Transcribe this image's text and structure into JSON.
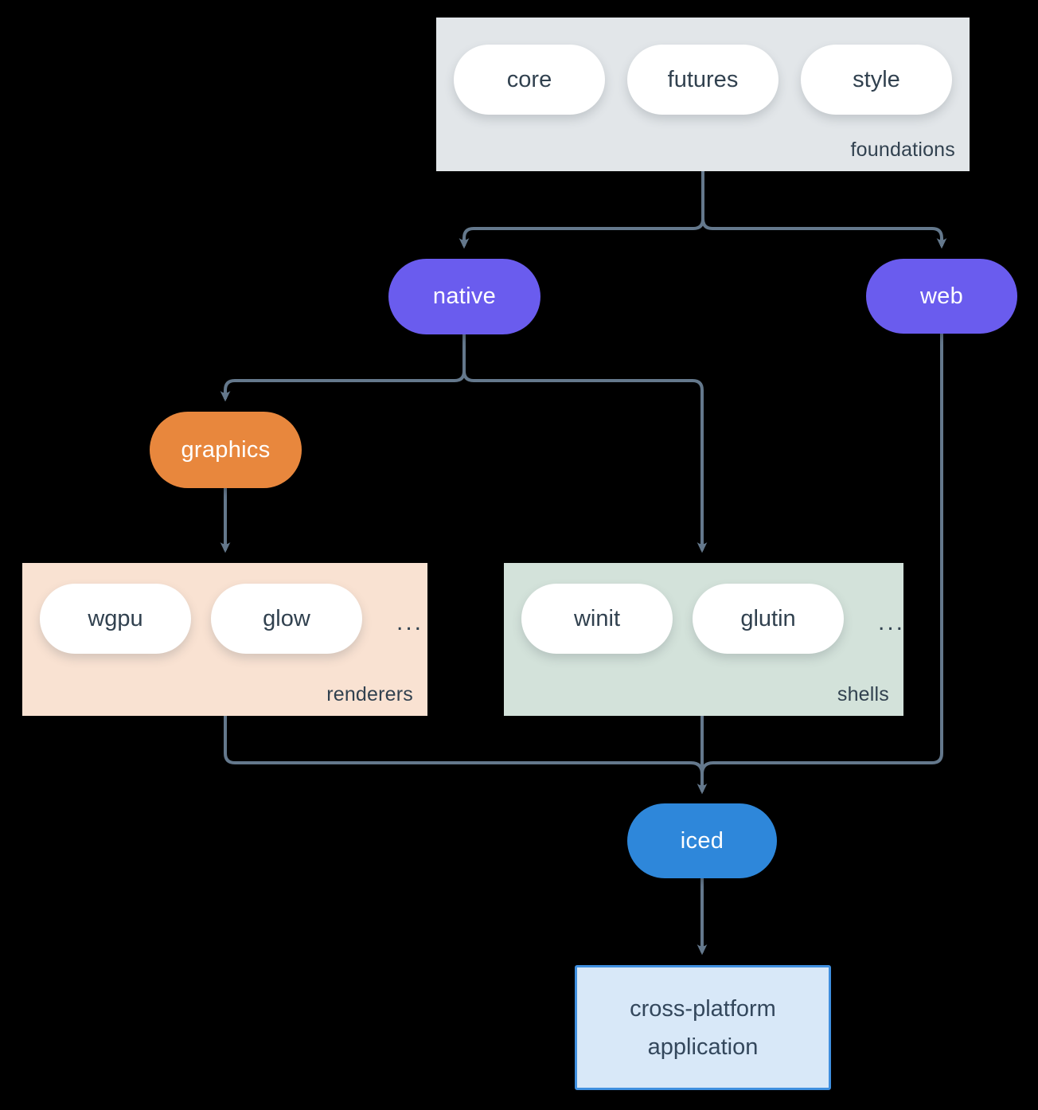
{
  "canvas": {
    "background": "#000000",
    "line_color": "#64788c",
    "dark_text_color": "#31414f"
  },
  "groups": {
    "foundations": {
      "label": "foundations",
      "pills": [
        "core",
        "futures",
        "style"
      ],
      "fill": "#e2e6e9",
      "border": "#71808f"
    },
    "renderers": {
      "label": "renderers",
      "pills": [
        "wgpu",
        "glow"
      ],
      "ellipsis": "...",
      "fill": "#f9e2d2",
      "border": "#e1803b"
    },
    "shells": {
      "label": "shells",
      "pills": [
        "winit",
        "glutin"
      ],
      "ellipsis": "...",
      "fill": "#d3e2da",
      "border": "#267f69"
    }
  },
  "nodes": {
    "native": {
      "label": "native",
      "fill": "#6a5cee",
      "text_color": "#ffffff"
    },
    "web": {
      "label": "web",
      "fill": "#6a5cee",
      "text_color": "#ffffff"
    },
    "graphics": {
      "label": "graphics",
      "fill": "#e8873d",
      "text_color": "#ffffff"
    },
    "iced": {
      "label": "iced",
      "fill": "#2e87da",
      "text_color": "#ffffff"
    },
    "app": {
      "line1": "cross-platform",
      "line2": "application",
      "fill": "#d8e8f8",
      "border": "#3f8fdf",
      "text_color": "#33475c"
    }
  },
  "edges": [
    {
      "from": "foundations",
      "to": "native"
    },
    {
      "from": "foundations",
      "to": "web"
    },
    {
      "from": "native",
      "to": "graphics"
    },
    {
      "from": "native",
      "to": "shells"
    },
    {
      "from": "graphics",
      "to": "renderers"
    },
    {
      "from": "renderers",
      "to": "iced"
    },
    {
      "from": "shells",
      "to": "iced"
    },
    {
      "from": "web",
      "to": "iced"
    },
    {
      "from": "iced",
      "to": "app"
    }
  ]
}
